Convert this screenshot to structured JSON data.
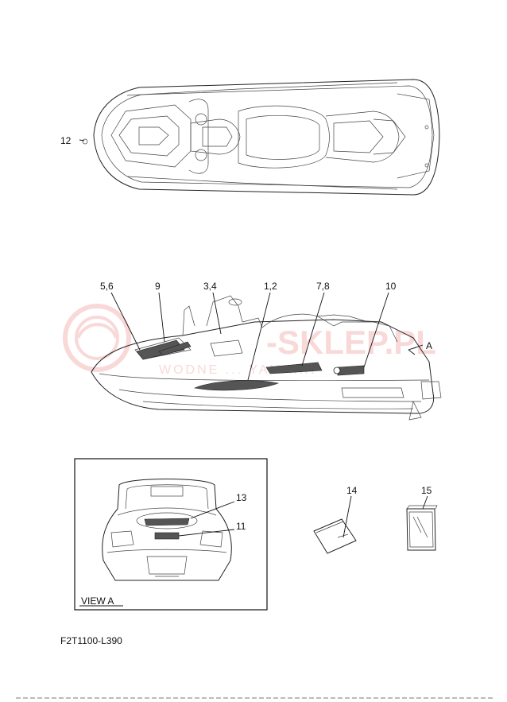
{
  "callouts": {
    "c12": "12",
    "c56": "5,6",
    "c9": "9",
    "c34": "3,4",
    "c12b": "1,2",
    "c78": "7,8",
    "c10": "10",
    "cA": "A",
    "c13": "13",
    "c11": "11",
    "c14": "14",
    "c15": "15"
  },
  "view_label": "VIEW A",
  "figure_code": "F2T1100-L390",
  "watermark": {
    "brand": "-SKLEP.PL",
    "tagline": "WODNE ... YAMAHA",
    "color": "#e03030"
  }
}
